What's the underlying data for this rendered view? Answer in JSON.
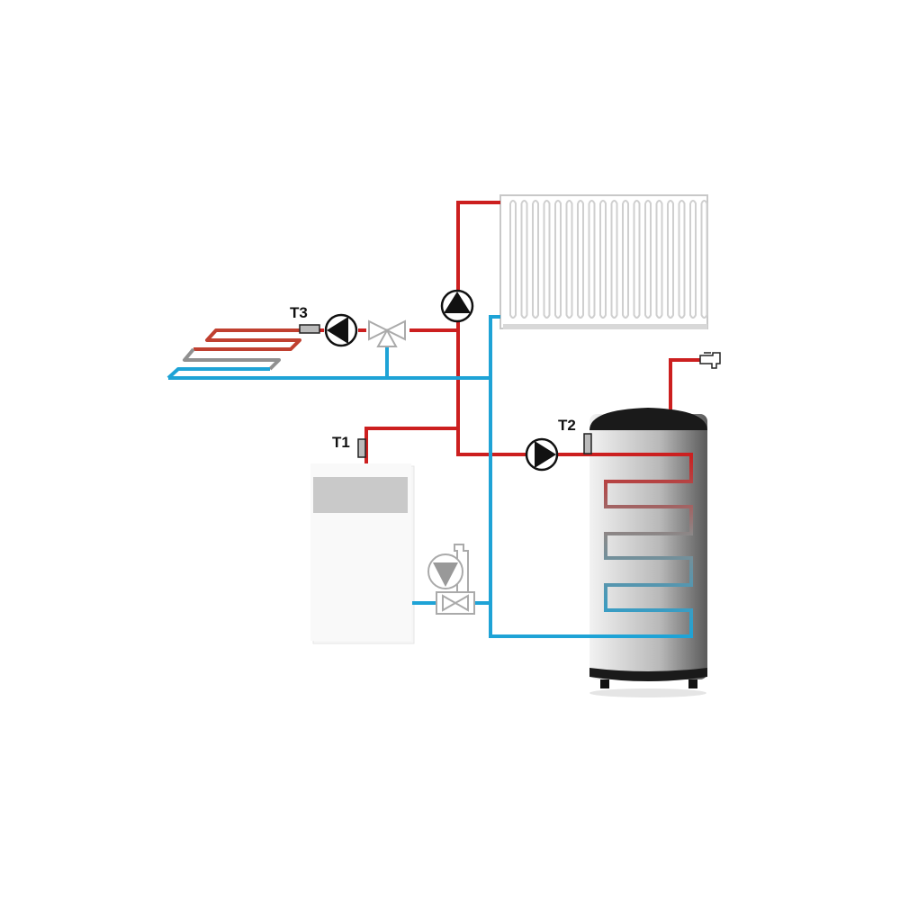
{
  "sensors": {
    "t1": "T1",
    "t2": "T2",
    "t3": "T3"
  },
  "colors": {
    "hot": "#cc1f1f",
    "cold": "#1ea3d6",
    "tank_cap": "#1a1a1a"
  }
}
